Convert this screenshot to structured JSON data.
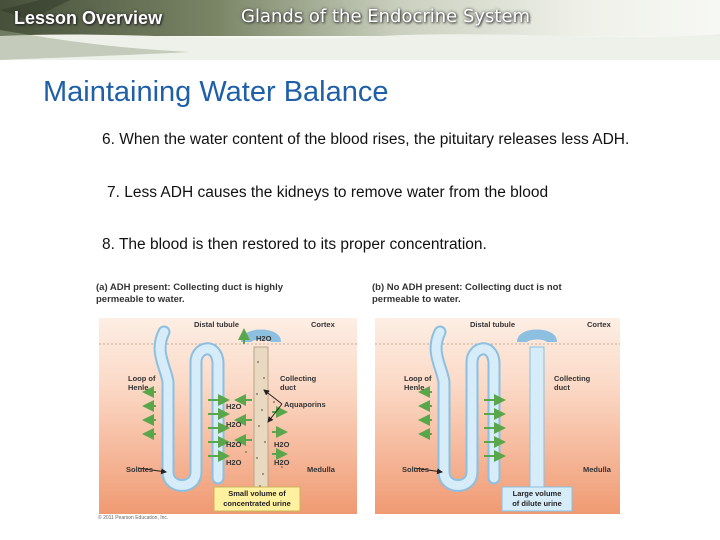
{
  "header": {
    "lesson": "Lesson Overview",
    "subject": "Glands of the Endocrine System"
  },
  "title": "Maintaining Water Balance",
  "points": [
    "6. When the water content of the blood rises, the pituitary releases less ADH.",
    "7. Less ADH causes the kidneys to remove water from the blood",
    "8. The blood is then restored to its proper concentration."
  ],
  "figure": {
    "panel_a": {
      "caption_1": "(a) ADH present: Collecting duct is highly",
      "caption_2": "permeable to water.",
      "distal": "Distal tubule",
      "cortex": "Cortex",
      "h2o_top": "H2O",
      "loop": "Loop of\nHenle",
      "collecting": "Collecting\nduct",
      "aquaporins": "Aquaporins",
      "h2o_left": [
        "H2O",
        "H2O",
        "H2O",
        "H2O"
      ],
      "h2o_right": [
        "H2O",
        "H2O"
      ],
      "solutes": "Solutes",
      "medulla": "Medulla",
      "urine": "Small volume of\nconcentrated urine"
    },
    "panel_b": {
      "caption_1": "(b) No ADH present: Collecting duct is not",
      "caption_2": "permeable to water.",
      "distal": "Distal tubule",
      "cortex": "Cortex",
      "loop": "Loop of\nHenle",
      "collecting": "Collecting\nduct",
      "solutes": "Solutes",
      "medulla": "Medulla",
      "urine": "Large volume\nof dilute urine"
    },
    "copyright": "© 2011 Pearson Education, Inc.",
    "colors": {
      "tubule": "#cfe6f5",
      "tissue_top": "#fbe3d6",
      "tissue_bottom": "#f2a37e",
      "arrow": "#5aa64a",
      "urine_box": "#fff1a0"
    }
  }
}
